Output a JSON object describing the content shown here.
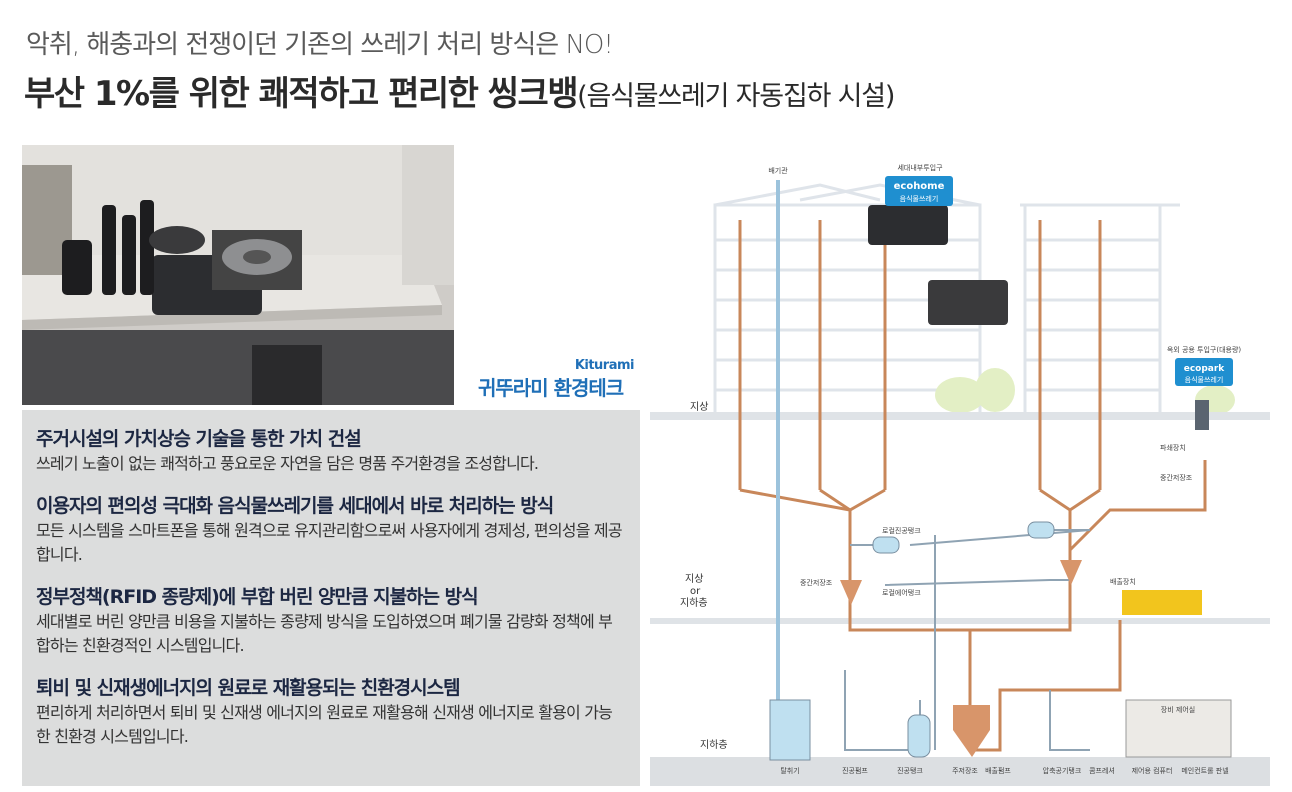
{
  "header": {
    "subtitle": "악취, 해충과의 전쟁이던 기존의 쓰레기 처리 방식은 NO!",
    "title_main": "부산 1%를 위한 쾌적하고 편리한 씽크뱅",
    "title_sub": "(음식물쓰레기 자동집하 시설)"
  },
  "logo": {
    "en": "Kiturami",
    "kr": "귀뚜라미 환경테크"
  },
  "features": [
    {
      "title": "주거시설의 가치상승 기술을 통한 가치 건설",
      "desc": "쓰레기 노출이 없는 쾌적하고 풍요로운 자연을 담은 명품 주거환경을 조성합니다."
    },
    {
      "title": "이용자의 편의성 극대화 음식물쓰레기를 세대에서 바로 처리하는 방식",
      "desc": "모든 시스템을 스마트폰을 통해 원격으로 유지관리함으로써  사용자에게 경제성, 편의성을 제공합니다."
    },
    {
      "title": "정부정책(RFID 종량제)에 부합 버린 양만큼 지불하는 방식",
      "desc": "세대별로 버린 양만큼 비용을 지불하는 종량제 방식을 도입하였으며 폐기물 감량화 정책에 부합하는 친환경적인 시스템입니다."
    },
    {
      "title": "퇴비 및 신재생에너지의 원료로 재활용되는 친환경시스템",
      "desc": "편리하게 처리하면서 퇴비 및 신재생 에너지의 원료로 재활용해 신재생 에너지로 활용이 가능한 친환경 시스템입니다."
    }
  ],
  "diagram": {
    "vent": "배기관",
    "indoor_inlet": "세대내부투입구",
    "ecohome_brand": "ecohome",
    "ecohome_sub": "음식물쓰레기",
    "outdoor_inlet": "옥외 공용 투입구(대용량)",
    "ecopark_brand": "ecopark",
    "ecopark_sub": "음식물쓰레기",
    "crusher": "파쇄장치",
    "mid_tank": "중간저장조",
    "mid_tank_left": "중간저장조",
    "local_vacuum_tank": "로컬진공탱크",
    "local_air_tank": "로컬에어탱크",
    "discharge_device": "배출장치",
    "level_ground": "지상",
    "level_mid_1": "지상",
    "level_mid_2": "or",
    "level_mid_3": "지하층",
    "level_basement": "지하층",
    "control_room": "장비 제어실",
    "bottom_labels": [
      "탈취기",
      "진공펌프",
      "진공탱크",
      "주저장조",
      "배출펌프",
      "압축공기탱크",
      "콤프레셔",
      "제어용 컴퓨터",
      "메인컨트롤 판넬"
    ]
  },
  "colors": {
    "pipe": "#c8875a",
    "air": "#9cc3dc",
    "brand": "#1f6fb7",
    "panel": "#dcdddd"
  }
}
